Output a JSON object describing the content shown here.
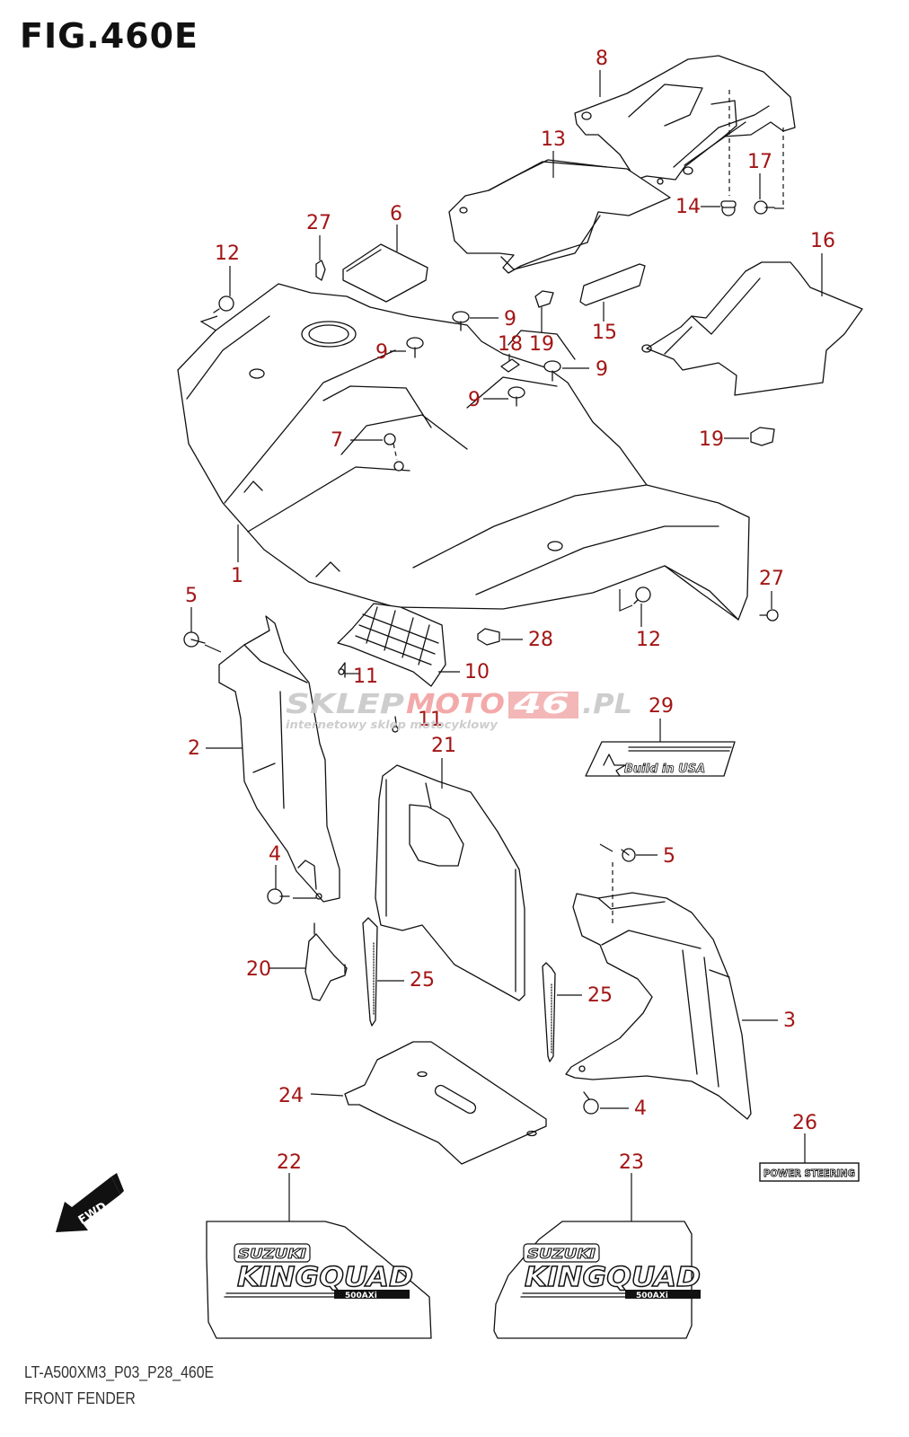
{
  "figure": {
    "title": "FIG.460E",
    "model_code": "LT-A500XM3_P03_P28_460E",
    "section_name": "FRONT FENDER"
  },
  "callouts": [
    {
      "id": "c1",
      "label": "1"
    },
    {
      "id": "c2",
      "label": "2"
    },
    {
      "id": "c3",
      "label": "3"
    },
    {
      "id": "c4a",
      "label": "4"
    },
    {
      "id": "c4b",
      "label": "4"
    },
    {
      "id": "c5a",
      "label": "5"
    },
    {
      "id": "c5b",
      "label": "5"
    },
    {
      "id": "c6",
      "label": "6"
    },
    {
      "id": "c7",
      "label": "7"
    },
    {
      "id": "c8",
      "label": "8"
    },
    {
      "id": "c9a",
      "label": "9"
    },
    {
      "id": "c9b",
      "label": "9"
    },
    {
      "id": "c9c",
      "label": "9"
    },
    {
      "id": "c9d",
      "label": "9"
    },
    {
      "id": "c10",
      "label": "10"
    },
    {
      "id": "c11a",
      "label": "11"
    },
    {
      "id": "c11b",
      "label": "11"
    },
    {
      "id": "c12a",
      "label": "12"
    },
    {
      "id": "c12b",
      "label": "12"
    },
    {
      "id": "c13",
      "label": "13"
    },
    {
      "id": "c14",
      "label": "14"
    },
    {
      "id": "c15",
      "label": "15"
    },
    {
      "id": "c16",
      "label": "16"
    },
    {
      "id": "c17",
      "label": "17"
    },
    {
      "id": "c18",
      "label": "18"
    },
    {
      "id": "c19a",
      "label": "19"
    },
    {
      "id": "c19b",
      "label": "19"
    },
    {
      "id": "c20",
      "label": "20"
    },
    {
      "id": "c21",
      "label": "21"
    },
    {
      "id": "c22",
      "label": "22"
    },
    {
      "id": "c23",
      "label": "23"
    },
    {
      "id": "c24",
      "label": "24"
    },
    {
      "id": "c25a",
      "label": "25"
    },
    {
      "id": "c25b",
      "label": "25"
    },
    {
      "id": "c26",
      "label": "26"
    },
    {
      "id": "c27a",
      "label": "27"
    },
    {
      "id": "c27b",
      "label": "27"
    },
    {
      "id": "c28",
      "label": "28"
    },
    {
      "id": "c29",
      "label": "29"
    }
  ],
  "decals": {
    "build_in_usa": "Build in USA",
    "power_steering": "POWER STEERING",
    "suzuki": "SUZUKI",
    "kingquad": "KINGQUAD",
    "kingquad_sub": "500AXi"
  },
  "fwd_arrow": {
    "label": "FWD",
    "icon": "fwd-arrow-icon"
  },
  "watermark": {
    "brand_part1": "SKLEP",
    "brand_part2": "MOTO",
    "brand_part3": "46",
    "brand_part4": ".PL",
    "tagline": "internetowy sklep motocyklowy"
  },
  "colors": {
    "callout": "#a31515",
    "line": "#111111",
    "watermark_gray": "#c8c8c8",
    "watermark_red": "#f2a0a0"
  }
}
